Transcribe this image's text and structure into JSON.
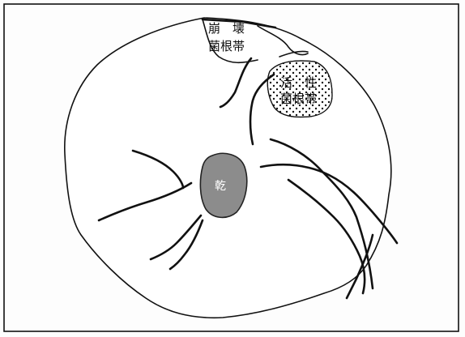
{
  "labels": {
    "collapse_line1": "崩　壊",
    "collapse_line2": "菌根帯",
    "active_line1": "活　性",
    "active_line2": "菌根帯",
    "core": "乾"
  }
}
